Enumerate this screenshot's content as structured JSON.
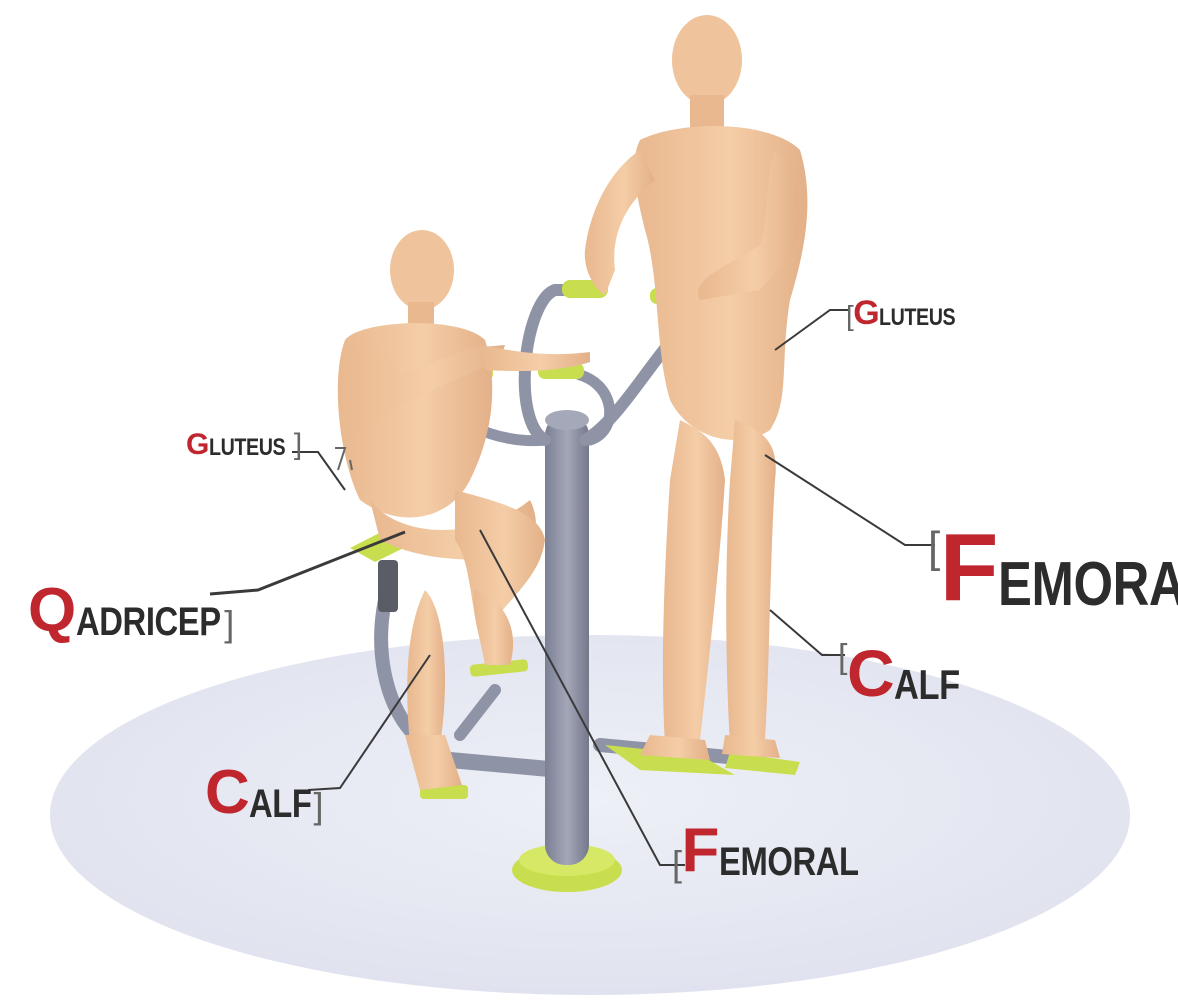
{
  "colors": {
    "skin": "#efc39b",
    "equipment_grey": "#8f93a6",
    "equipment_accent": "#c9de4e",
    "ground": "#e6e7f1",
    "label_initial": "#c0262e",
    "label_text": "#2c2c2c",
    "leader_line": "#3a3a3a"
  },
  "labels": [
    {
      "id": "gluteus-left",
      "initial": "G",
      "rest": "LUTEUS",
      "bracket_after": "]"
    },
    {
      "id": "qadricep",
      "initial": "Q",
      "rest": "ADRICEP",
      "bracket_after": "]"
    },
    {
      "id": "calf-left",
      "initial": "C",
      "rest": "ALF",
      "bracket_after": "]"
    },
    {
      "id": "femoral-bottom",
      "initial": "F",
      "rest": "EMORAL",
      "bracket_before": "["
    },
    {
      "id": "gluteus-right",
      "initial": "G",
      "rest": "LUTEUS",
      "bracket_before": "["
    },
    {
      "id": "femoral-right",
      "initial": "F",
      "rest": "EMORAL",
      "bracket_before": "["
    },
    {
      "id": "calf-right",
      "initial": "C",
      "rest": "ALF",
      "bracket_before": "["
    }
  ]
}
